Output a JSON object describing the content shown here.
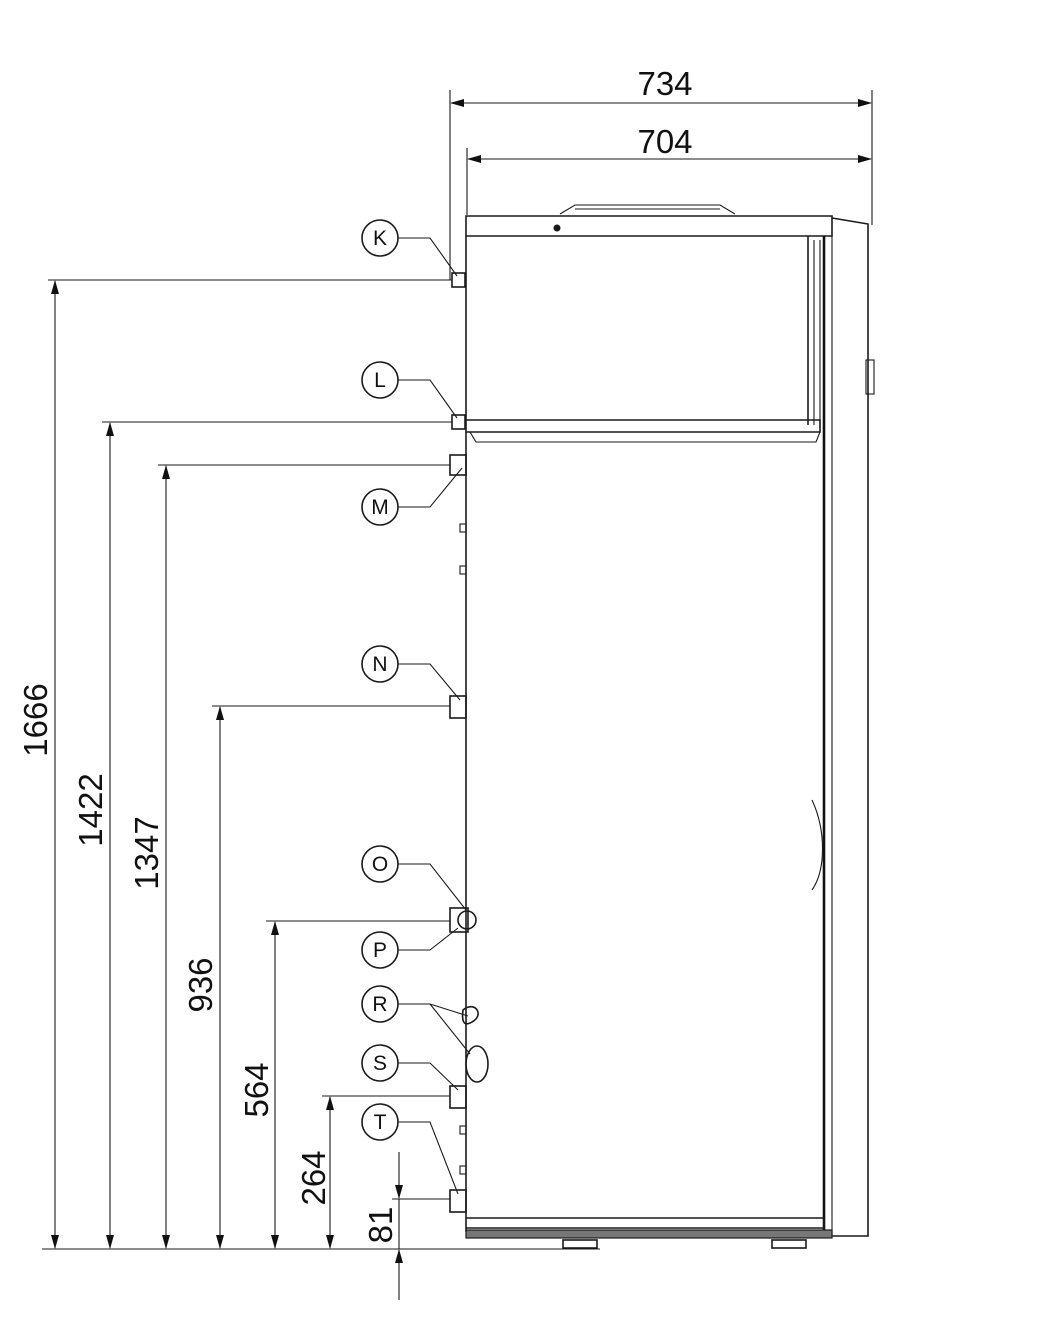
{
  "dimensions": {
    "width_outer": "734",
    "width_inner": "704",
    "h_1666": "1666",
    "h_1422": "1422",
    "h_1347": "1347",
    "h_936": "936",
    "h_564": "564",
    "h_264": "264",
    "h_81": "81"
  },
  "labels": {
    "K": "K",
    "L": "L",
    "M": "M",
    "N": "N",
    "O": "O",
    "P": "P",
    "R": "R",
    "S": "S",
    "T": "T"
  }
}
